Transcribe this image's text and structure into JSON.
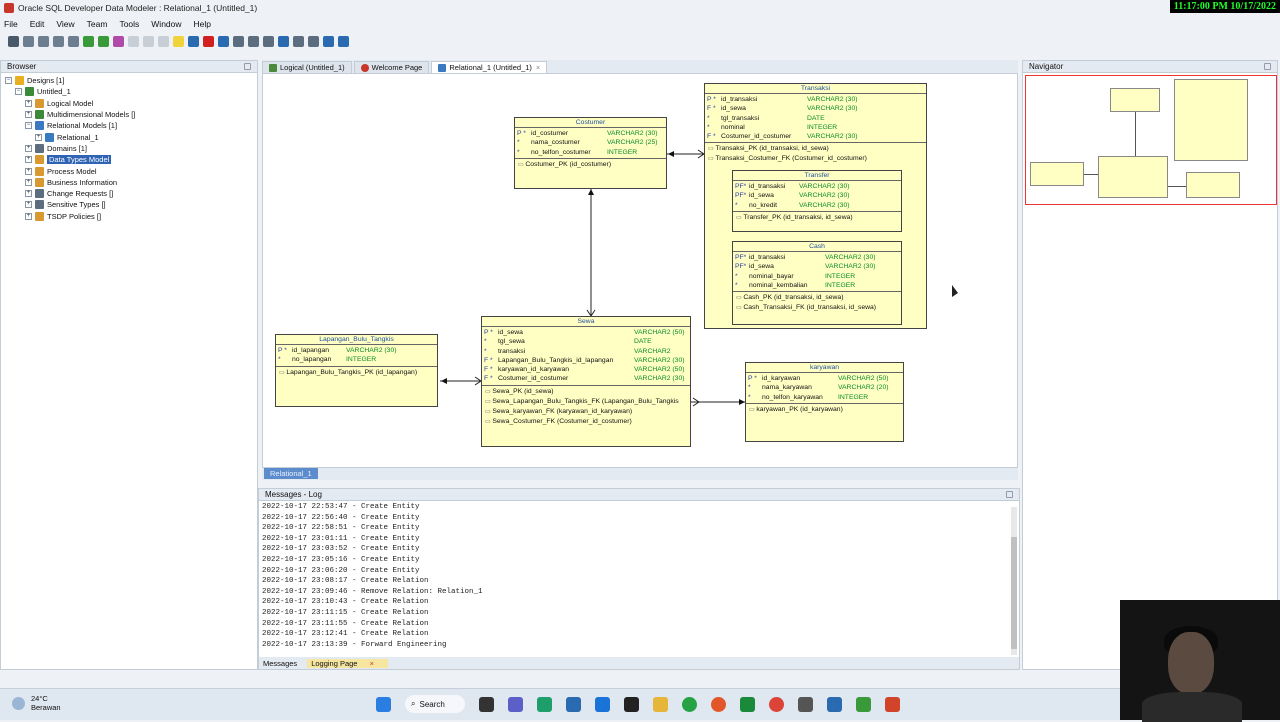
{
  "window": {
    "title": "Oracle SQL Developer Data Modeler : Relational_1 (Untitled_1)",
    "clock": "11:17:00 PM 10/17/2022"
  },
  "menu": [
    "File",
    "Edit",
    "View",
    "Team",
    "Tools",
    "Window",
    "Help"
  ],
  "browser": {
    "title": "Browser",
    "items": [
      {
        "label": "Designs [1]",
        "indent": 0
      },
      {
        "label": "Untitled_1",
        "indent": 1
      },
      {
        "label": "Logical Model",
        "indent": 2
      },
      {
        "label": "Multidimensional Models []",
        "indent": 2
      },
      {
        "label": "Relational Models [1]",
        "indent": 2
      },
      {
        "label": "Relational_1",
        "indent": 3
      },
      {
        "label": "Domains [1]",
        "indent": 2
      },
      {
        "label": "Data Types Model",
        "indent": 2,
        "selected": true
      },
      {
        "label": "Process Model",
        "indent": 2
      },
      {
        "label": "Business Information",
        "indent": 2
      },
      {
        "label": "Change Requests []",
        "indent": 2
      },
      {
        "label": "Sensitive Types []",
        "indent": 2
      },
      {
        "label": "TSDP Policies []",
        "indent": 2
      }
    ]
  },
  "tabs": [
    {
      "label": "Logical (Untitled_1)",
      "color": "#4a8a3a"
    },
    {
      "label": "Welcome Page",
      "color": "#c9352b"
    },
    {
      "label": "Relational_1 (Untitled_1)",
      "color": "#3a7ac0",
      "active": true
    }
  ],
  "canvas_tab": "Relational_1",
  "entities": {
    "costumer": {
      "name": "Costumer",
      "cols": [
        [
          "P *",
          "id_costumer",
          "VARCHAR2 (30)"
        ],
        [
          "*",
          "nama_costumer",
          "VARCHAR2 (25)"
        ],
        [
          "*",
          "no_telfon_costumer",
          "INTEGER"
        ]
      ],
      "keys": [
        "Costumer_PK (id_costumer)"
      ]
    },
    "transaksi": {
      "name": "Transaksi",
      "cols": [
        [
          "P *",
          "id_transaksi",
          "VARCHAR2 (30)"
        ],
        [
          "F *",
          "id_sewa",
          "VARCHAR2 (30)"
        ],
        [
          "*",
          "tgl_transaksi",
          "DATE"
        ],
        [
          "*",
          "nominal",
          "INTEGER"
        ],
        [
          "F *",
          "Costumer_id_costumer",
          "VARCHAR2 (30)"
        ]
      ],
      "keys": [
        "Transaksi_PK (id_transaksi, id_sewa)",
        "Transaksi_Costumer_FK (Costumer_id_costumer)"
      ]
    },
    "transfer": {
      "name": "Transfer",
      "cols": [
        [
          "PF*",
          "id_transaksi",
          "VARCHAR2 (30)"
        ],
        [
          "PF*",
          "id_sewa",
          "VARCHAR2 (30)"
        ],
        [
          "*",
          "no_kredit",
          "VARCHAR2 (30)"
        ]
      ],
      "keys": [
        "Transfer_PK (id_transaksi, id_sewa)"
      ]
    },
    "cash": {
      "name": "Cash",
      "cols": [
        [
          "PF*",
          "id_transaksi",
          "VARCHAR2 (30)"
        ],
        [
          "PF*",
          "id_sewa",
          "VARCHAR2 (30)"
        ],
        [
          "*",
          "nominal_bayar",
          "INTEGER"
        ],
        [
          "*",
          "nominal_kembalian",
          "INTEGER"
        ]
      ],
      "keys": [
        "Cash_PK (id_transaksi, id_sewa)",
        "Cash_Transaksi_FK (id_transaksi, id_sewa)"
      ]
    },
    "lapangan": {
      "name": "Lapangan_Bulu_Tangkis",
      "cols": [
        [
          "P *",
          "id_lapangan",
          "VARCHAR2 (30)"
        ],
        [
          "*",
          "no_lapangan",
          "INTEGER"
        ]
      ],
      "keys": [
        "Lapangan_Bulu_Tangkis_PK (id_lapangan)"
      ]
    },
    "sewa": {
      "name": "Sewa",
      "cols": [
        [
          "P *",
          "id_sewa",
          "VARCHAR2 (50)"
        ],
        [
          "*",
          "tgl_sewa",
          "DATE"
        ],
        [
          "*",
          "transaksi",
          "VARCHAR2"
        ],
        [
          "F *",
          "Lapangan_Bulu_Tangkis_id_lapangan",
          "VARCHAR2 (30)"
        ],
        [
          "F *",
          "karyawan_id_karyawan",
          "VARCHAR2 (50)"
        ],
        [
          "F *",
          "Costumer_id_costumer",
          "VARCHAR2 (30)"
        ]
      ],
      "keys": [
        "Sewa_PK (id_sewa)",
        "Sewa_Lapangan_Bulu_Tangkis_FK (Lapangan_Bulu_Tangkis",
        "Sewa_karyawan_FK (karyawan_id_karyawan)",
        "Sewa_Costumer_FK (Costumer_id_costumer)"
      ]
    },
    "karyawan": {
      "name": "karyawan",
      "cols": [
        [
          "P *",
          "id_karyawan",
          "VARCHAR2 (50)"
        ],
        [
          "*",
          "nama_karyawan",
          "VARCHAR2 (20)"
        ],
        [
          "*",
          "no_telfon_karyawan",
          "INTEGER"
        ]
      ],
      "keys": [
        "karyawan_PK (id_karyawan)"
      ]
    }
  },
  "navigator": {
    "title": "Navigator"
  },
  "messages": {
    "title": "Messages - Log",
    "lines": [
      "2022-10-17 22:53:47 - Create Entity",
      "2022-10-17 22:56:40 - Create Entity",
      "2022-10-17 22:58:51 - Create Entity",
      "2022-10-17 23:01:11 - Create Entity",
      "2022-10-17 23:03:52 - Create Entity",
      "2022-10-17 23:05:16 - Create Entity",
      "2022-10-17 23:06:20 - Create Entity",
      "2022-10-17 23:08:17 - Create Relation",
      "2022-10-17 23:09:46 - Remove Relation: Relation_1",
      "2022-10-17 23:10:43 - Create Relation",
      "2022-10-17 23:11:15 - Create Relation",
      "2022-10-17 23:11:55 - Create Relation",
      "2022-10-17 23:12:41 - Create Relation",
      "2022-10-17 23:13:39 - Forward Engineering"
    ],
    "tabs": [
      "Messages",
      "Logging Page"
    ]
  },
  "taskbar": {
    "temp": "24°C",
    "weather": "Berawan",
    "search": "Search"
  }
}
